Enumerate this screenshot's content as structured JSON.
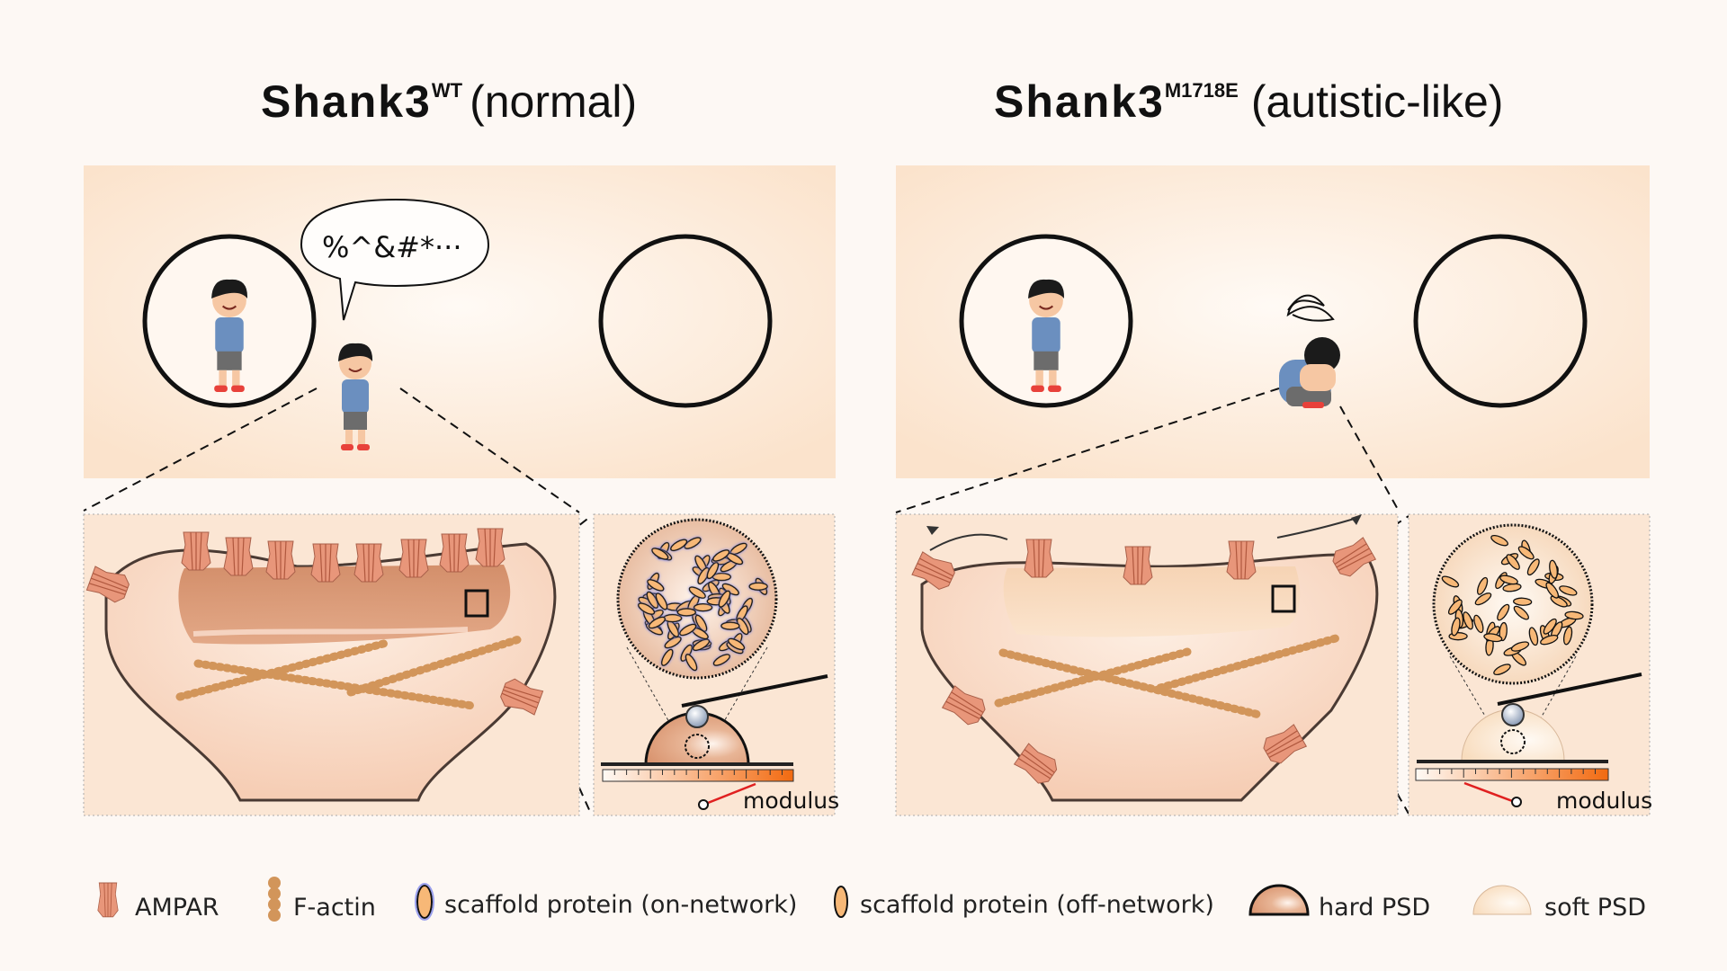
{
  "titles": {
    "left": {
      "gene": "Shank3",
      "sup": "WT",
      "label": "(normal)"
    },
    "right": {
      "gene": "Shank3",
      "sup": "M1718E",
      "label": "(autistic-like)"
    }
  },
  "speech_bubble": "%^&#*···",
  "inset_label": "modulus",
  "legend": [
    {
      "icon": "ampar-icon",
      "label": "AMPAR"
    },
    {
      "icon": "f-actin-icon",
      "label": "F-actin"
    },
    {
      "icon": "scaffold-on-network-icon",
      "label": "scaffold protein (on-network)"
    },
    {
      "icon": "scaffold-off-network-icon",
      "label": "scaffold protein (off-network)"
    },
    {
      "icon": "hard-psd-icon",
      "label": "hard PSD"
    },
    {
      "icon": "soft-psd-icon",
      "label": "soft PSD"
    }
  ],
  "colors": {
    "background": "#fdf8f4",
    "panel": "#fbe6d4",
    "psd_hard": "#d9946f",
    "psd_soft": "#f8dcc0",
    "actin": "#d2955a",
    "ampar": "#e8967a",
    "scale_high": "#f26a10"
  }
}
